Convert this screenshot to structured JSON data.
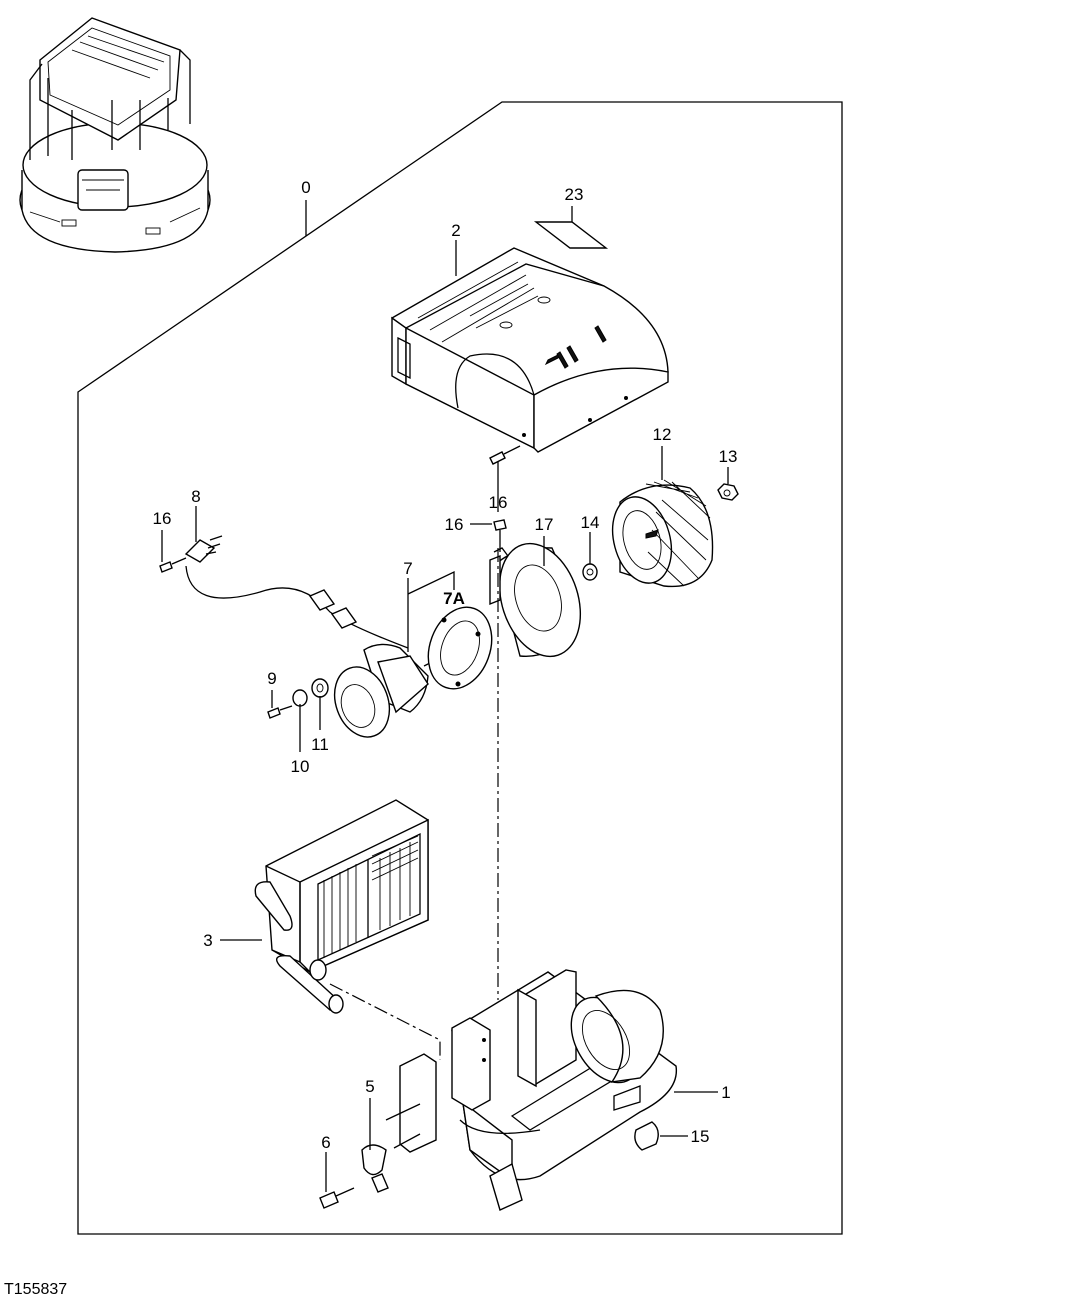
{
  "figure_id": "T155837",
  "callouts": [
    "0",
    "1",
    "2",
    "3",
    "5",
    "6",
    "7",
    "7A",
    "8",
    "9",
    "10",
    "11",
    "12",
    "13",
    "14",
    "15",
    "16",
    "16",
    "16",
    "17",
    "23"
  ],
  "icons": {
    "machine": "excavator-cab-icon",
    "cover": "blower-cover-icon",
    "coil": "heater-core-icon",
    "case": "blower-case-icon",
    "motor": "blower-motor-icon",
    "fan": "fan-wheel-icon"
  }
}
